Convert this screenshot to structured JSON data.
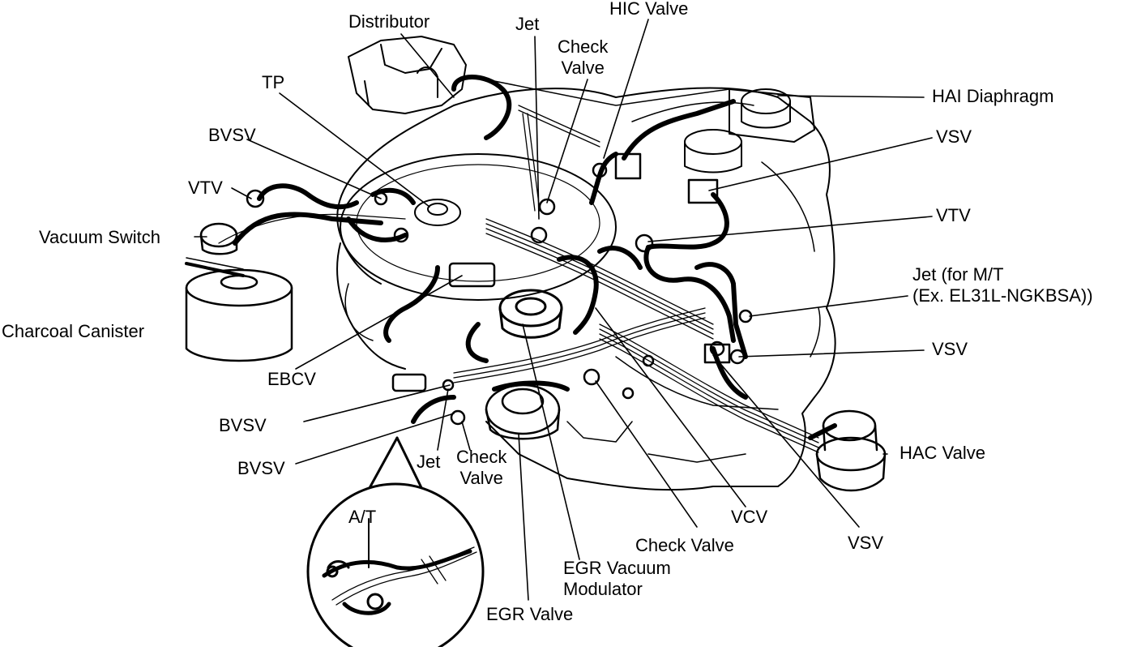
{
  "diagram": {
    "labels": {
      "distributor": "Distributor",
      "jet_top": "Jet",
      "hic_valve": "HIC Valve",
      "check_valve_top_1": "Check",
      "check_valve_top_2": "Valve",
      "hai_diaphragm": "HAI Diaphragm",
      "tp": "TP",
      "bvsv_top": "BVSV",
      "vsv_upper": "VSV",
      "vtv_left": "VTV",
      "vtv_right": "VTV",
      "vacuum_switch": "Vacuum Switch",
      "jet_mt_1": "Jet (for M/T",
      "jet_mt_2": "(Ex. EL31L-NGKBSA))",
      "charcoal_canister": "Charcoal Canister",
      "vsv_middle": "VSV",
      "ebcv": "EBCV",
      "bvsv_mid": "BVSV",
      "bvsv_low": "BVSV",
      "jet_bottom": "Jet",
      "check_valve_bottom_1": "Check",
      "check_valve_bottom_2": "Valve",
      "hac_valve": "HAC Valve",
      "at": "A/T",
      "vcv": "VCV",
      "check_valve_lower": "Check Valve",
      "vsv_lower": "VSV",
      "egr_vacuum_modulator_1": "EGR Vacuum",
      "egr_vacuum_modulator_2": "Modulator",
      "egr_valve": "EGR Valve"
    }
  }
}
